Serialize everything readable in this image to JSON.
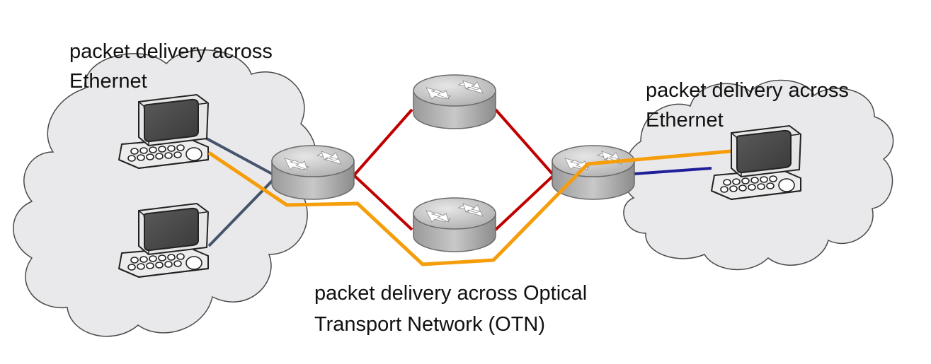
{
  "labels": {
    "left_cloud_line1": "packet delivery across",
    "left_cloud_line2": "Ethernet",
    "right_cloud_line1": "packet delivery across",
    "right_cloud_line2": "Ethernet",
    "otn_line1": "packet delivery across Optical",
    "otn_line2": "Transport Network (OTN)"
  },
  "icons": {
    "computer": "computer-icon",
    "router": "router-icon",
    "cloud": "cloud-icon"
  },
  "colors": {
    "cloud_fill": "#e9e9eb",
    "cloud_stroke": "#4a4a4a",
    "ethernet_link": "#44546a",
    "ethernet_link_right": "#1f1f9a",
    "otn_link": "#c00000",
    "packet_path": "#f59d0a",
    "router_body": "#bdbdbd"
  }
}
